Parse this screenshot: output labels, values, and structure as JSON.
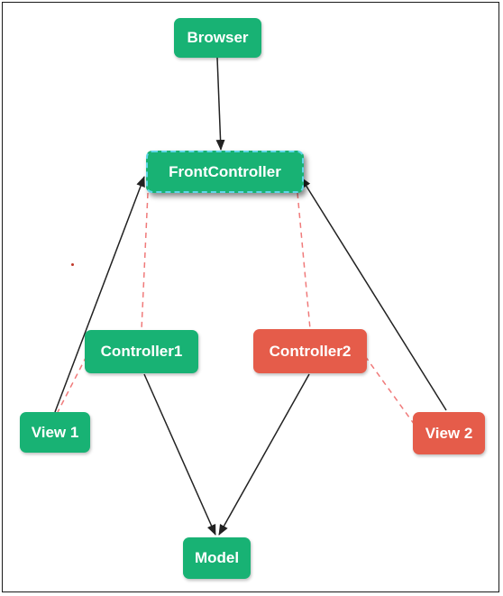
{
  "colors": {
    "green": "#18b274",
    "red": "#e55c4a",
    "solid_edge": "#222222",
    "dashed_edge": "#f07a7a",
    "front_border": "#5fd7e8"
  },
  "nodes": {
    "browser": {
      "label": "Browser",
      "color": "green"
    },
    "front_controller": {
      "label": "FrontController",
      "color": "green"
    },
    "controller1": {
      "label": "Controller1",
      "color": "green"
    },
    "controller2": {
      "label": "Controller2",
      "color": "red"
    },
    "view1": {
      "label": "View 1",
      "color": "green"
    },
    "view2": {
      "label": "View 2",
      "color": "red"
    },
    "model": {
      "label": "Model",
      "color": "green"
    }
  },
  "edges": [
    {
      "from": "browser",
      "to": "front_controller",
      "style": "solid-arrow"
    },
    {
      "from": "view1",
      "to": "front_controller",
      "style": "solid-arrow"
    },
    {
      "from": "view2",
      "to": "front_controller",
      "style": "solid-arrow"
    },
    {
      "from": "controller1",
      "to": "model",
      "style": "solid-arrow"
    },
    {
      "from": "controller2",
      "to": "model",
      "style": "solid-arrow"
    },
    {
      "from": "front_controller",
      "to": "controller1",
      "style": "dashed"
    },
    {
      "from": "front_controller",
      "to": "controller2",
      "style": "dashed"
    },
    {
      "from": "controller1",
      "to": "view1",
      "style": "dashed"
    },
    {
      "from": "controller2",
      "to": "view2",
      "style": "dashed"
    }
  ]
}
